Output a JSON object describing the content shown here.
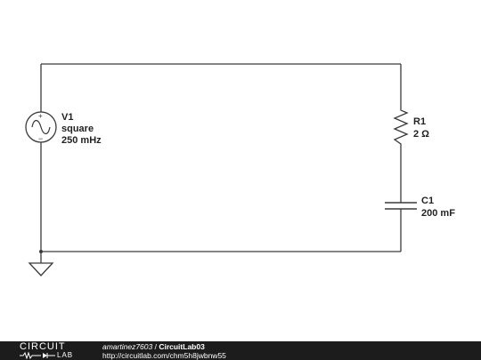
{
  "components": {
    "source": {
      "name": "V1",
      "waveform": "square",
      "frequency": "250 mHz"
    },
    "resistor": {
      "name": "R1",
      "value": "2 Ω"
    },
    "capacitor": {
      "name": "C1",
      "value": "200 mF"
    }
  },
  "footer": {
    "logo_top": "CIRCUIT",
    "logo_bottom": "LAB",
    "author": "amartinez7603",
    "separator": " / ",
    "title": "CircuitLab03",
    "url": "http://circuitlab.com/chm5h8jwbnw55"
  },
  "colors": {
    "wire": "#3a3a3a",
    "footer_bg": "#1c1c1c",
    "text": "#222222"
  }
}
